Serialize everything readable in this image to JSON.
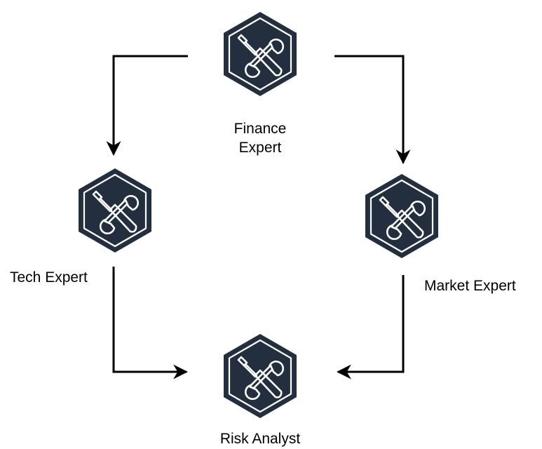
{
  "diagram": {
    "nodes": [
      {
        "id": "finance",
        "label": "Finance\nExpert",
        "icon": "wrench-screwdriver-icon"
      },
      {
        "id": "tech",
        "label": "Tech Expert",
        "icon": "wrench-screwdriver-icon"
      },
      {
        "id": "market",
        "label": "Market Expert",
        "icon": "wrench-screwdriver-icon"
      },
      {
        "id": "risk",
        "label": "Risk Analyst",
        "icon": "wrench-screwdriver-icon"
      }
    ],
    "edges": [
      {
        "from": "finance",
        "to": "tech"
      },
      {
        "from": "finance",
        "to": "market"
      },
      {
        "from": "tech",
        "to": "risk"
      },
      {
        "from": "market",
        "to": "risk"
      }
    ],
    "colors": {
      "hexagon_fill": "#232F3E",
      "icon_stroke": "#ffffff",
      "arrow": "#000000",
      "background": "#ffffff"
    }
  }
}
